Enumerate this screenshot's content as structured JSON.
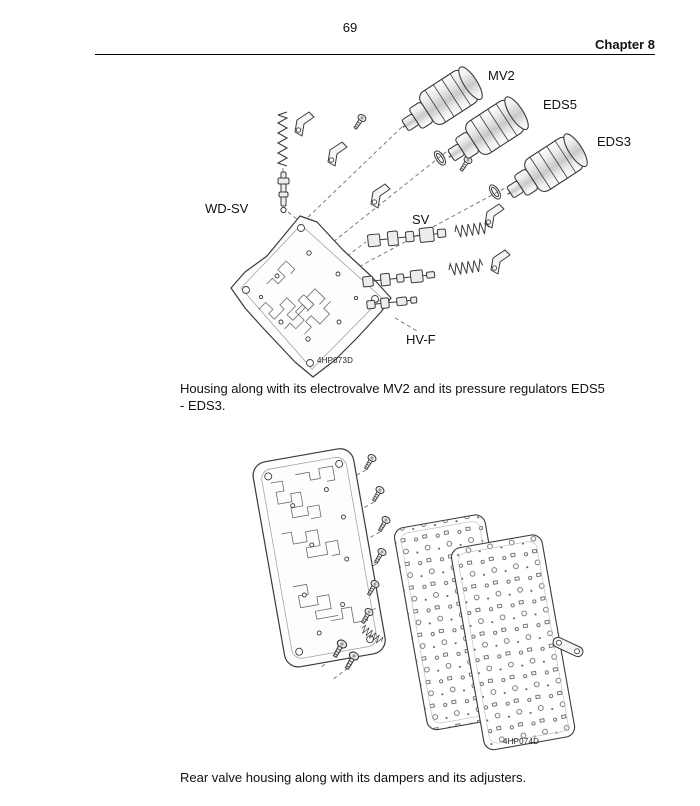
{
  "header": {
    "page_number": "69",
    "chapter": "Chapter 8"
  },
  "figure1": {
    "labels": {
      "mv2": "MV2",
      "eds5": "EDS5",
      "eds3": "EDS3",
      "wd_sv": "WD-SV",
      "sv": "SV",
      "hv_f": "HV-F"
    },
    "code": "4HP073D",
    "caption_line1": "Housing along with its electrovalve MV2 and its pressure regulators EDS5",
    "caption_line2": "- EDS3."
  },
  "figure2": {
    "code": "4HP074D",
    "caption": "Rear valve housing along with its dampers and its adjusters."
  }
}
